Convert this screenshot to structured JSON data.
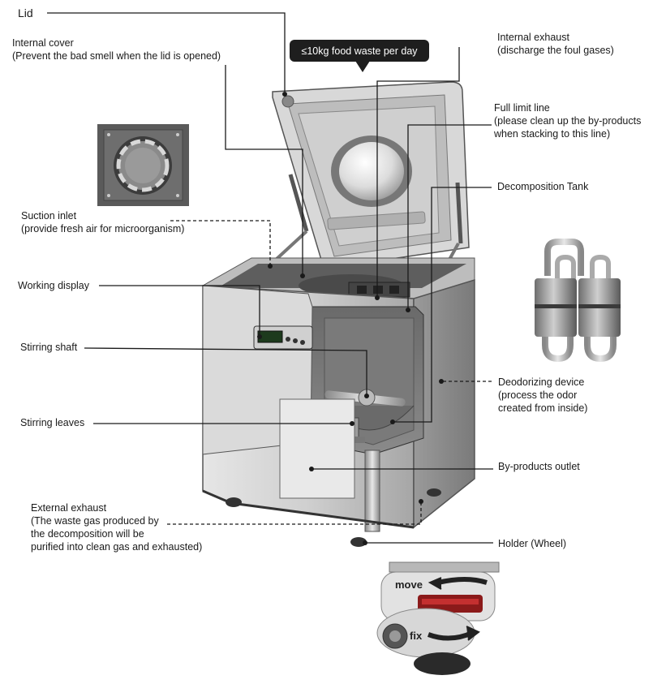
{
  "badge": "≤10kg food waste per day",
  "labels": {
    "lid": "Lid",
    "internal_cover": [
      "Internal cover",
      "(Prevent the bad smell when the lid is opened)"
    ],
    "internal_exhaust": [
      "Internal exhaust",
      "(discharge the foul gases)"
    ],
    "full_limit_line": [
      "Full limit line",
      "(please clean up the by-products",
      "when stacking to this line)"
    ],
    "decomposition_tank": "Decomposition Tank",
    "suction_inlet": [
      "Suction inlet",
      "(provide fresh air for microorganism)"
    ],
    "working_display": "Working display",
    "stirring_shaft": "Stirring shaft",
    "deodorizing_device": [
      "Deodorizing device",
      "(process the odor",
      "created from inside)"
    ],
    "stirring_leaves": "Stirring leaves",
    "by_products_outlet": "By-products outlet",
    "external_exhaust": [
      "External exhaust",
      "(The waste gas produced by",
      "the decomposition will be",
      "purified into clean gas and exhausted)"
    ],
    "holder_wheel": "Holder (Wheel)"
  },
  "wheel": {
    "move": "move",
    "fix": "fix"
  },
  "icons": [
    "suction-inlet-fan-photo",
    "deodorizing-device-photo",
    "caster-wheel-photo"
  ]
}
